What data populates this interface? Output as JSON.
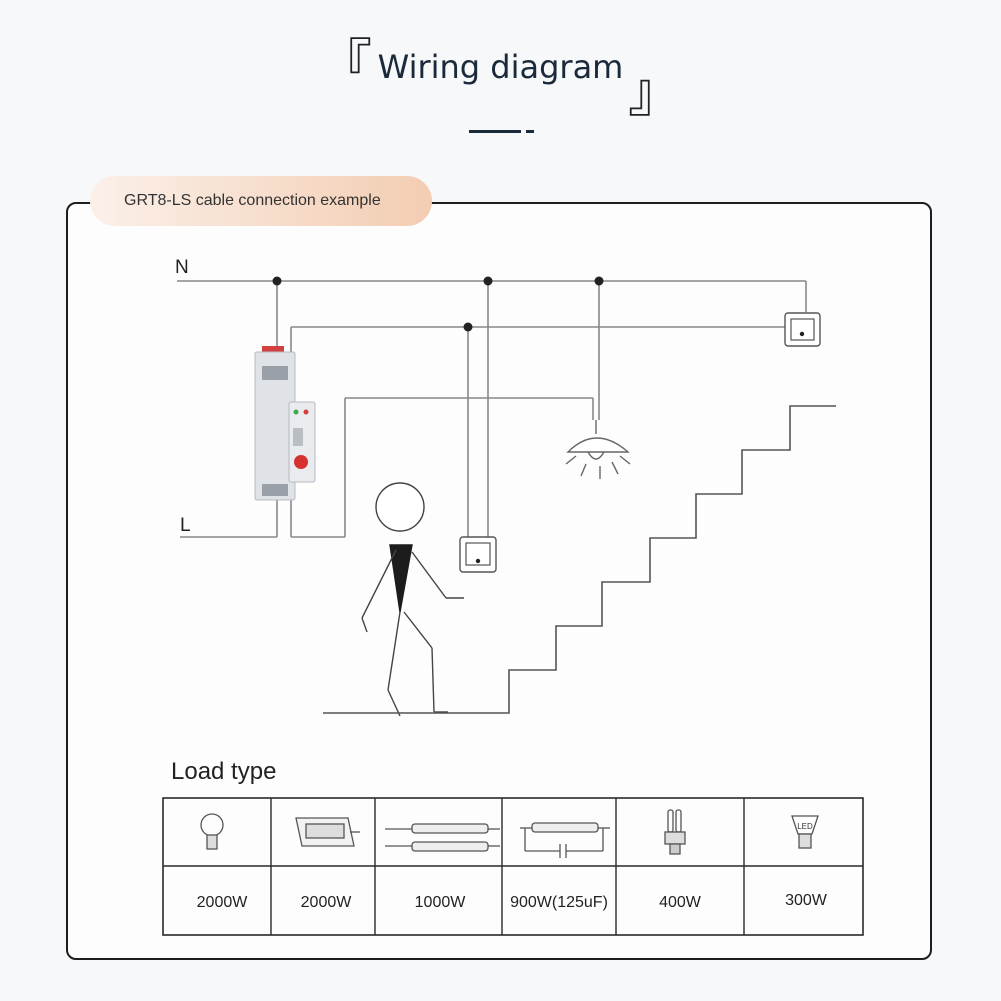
{
  "header": {
    "title": "Wiring diagram",
    "bracket_open": "『",
    "bracket_close": "』"
  },
  "example": {
    "label": "GRT8-LS cable connection example"
  },
  "wiring": {
    "neutral_label": "N",
    "live_label": "L"
  },
  "load": {
    "title": "Load type",
    "items": [
      {
        "icon": "incandescent-bulb-icon",
        "power": "2000W"
      },
      {
        "icon": "halogen-lamp-icon",
        "power": "2000W"
      },
      {
        "icon": "fluorescent-tube-pair-icon",
        "power": "1000W"
      },
      {
        "icon": "fluorescent-tube-capacitor-icon",
        "power": "900W(125uF)"
      },
      {
        "icon": "energy-saving-lamp-icon",
        "power": "400W"
      },
      {
        "icon": "led-lamp-icon",
        "power": "300W"
      }
    ]
  },
  "colors": {
    "wire": "#888888",
    "panel_border": "#1e1e1e",
    "pill_start": "#fbf0e9",
    "pill_end": "#f3cdb2"
  }
}
